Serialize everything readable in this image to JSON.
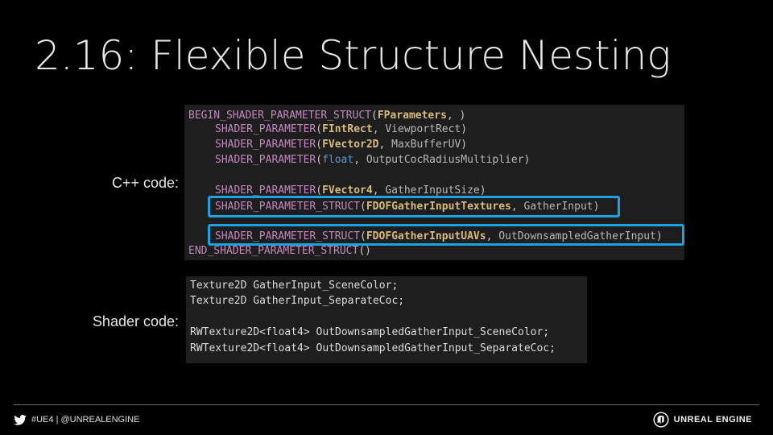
{
  "slide": {
    "title": "2.16: Flexible Structure Nesting"
  },
  "labels": {
    "cpp": "C++ code:",
    "shader": "Shader code:"
  },
  "cpp_code": {
    "l0": {
      "a": "BEGIN_SHADER_PARAMETER_STRUCT",
      "b": "(",
      "c": "FParameters",
      "d": ", )"
    },
    "l1": {
      "a": "SHADER_PARAMETER",
      "b": "(",
      "c": "FIntRect",
      "d": ", ",
      "e": "ViewportRect",
      "f": ")"
    },
    "l2": {
      "a": "SHADER_PARAMETER",
      "b": "(",
      "c": "FVector2D",
      "d": ", ",
      "e": "MaxBufferUV",
      "f": ")"
    },
    "l3": {
      "a": "SHADER_PARAMETER",
      "b": "(",
      "c": "float",
      "d": ", ",
      "e": "OutputCocRadiusMultiplier",
      "f": ")"
    },
    "l4": {
      "a": "SHADER_PARAMETER",
      "b": "(",
      "c": "FVector4",
      "d": ", ",
      "e": "GatherInputSize",
      "f": ")"
    },
    "l5": {
      "a": "SHADER_PARAMETER_STRUCT",
      "b": "(",
      "c": "FDOFGatherInputTextures",
      "d": ", ",
      "e": "GatherInput",
      "f": ")"
    },
    "l6": {
      "a": "SHADER_PARAMETER_STRUCT",
      "b": "(",
      "c": "FDOFGatherInputUAVs",
      "d": ", ",
      "e": "OutDownsampledGatherInput",
      "f": ")"
    },
    "l7": {
      "a": "END_SHADER_PARAMETER_STRUCT",
      "b": "()"
    }
  },
  "shader_code": {
    "l0": "Texture2D GatherInput_SceneColor;",
    "l1": "Texture2D GatherInput_SeparateCoc;",
    "l2": "RWTexture2D<float4> OutDownsampledGatherInput_SceneColor;",
    "l3": "RWTexture2D<float4> OutDownsampledGatherInput_SeparateCoc;"
  },
  "footer": {
    "hashtag": "#UE4 | @UNREALENGINE",
    "brand": "UNREAL ENGINE"
  },
  "colors": {
    "background": "#000000",
    "code_background": "#1e1e1e",
    "highlight": "#1fa0e0",
    "macro": "#c586c0",
    "type": "#dcdcaa",
    "keyword": "#569cd6"
  }
}
